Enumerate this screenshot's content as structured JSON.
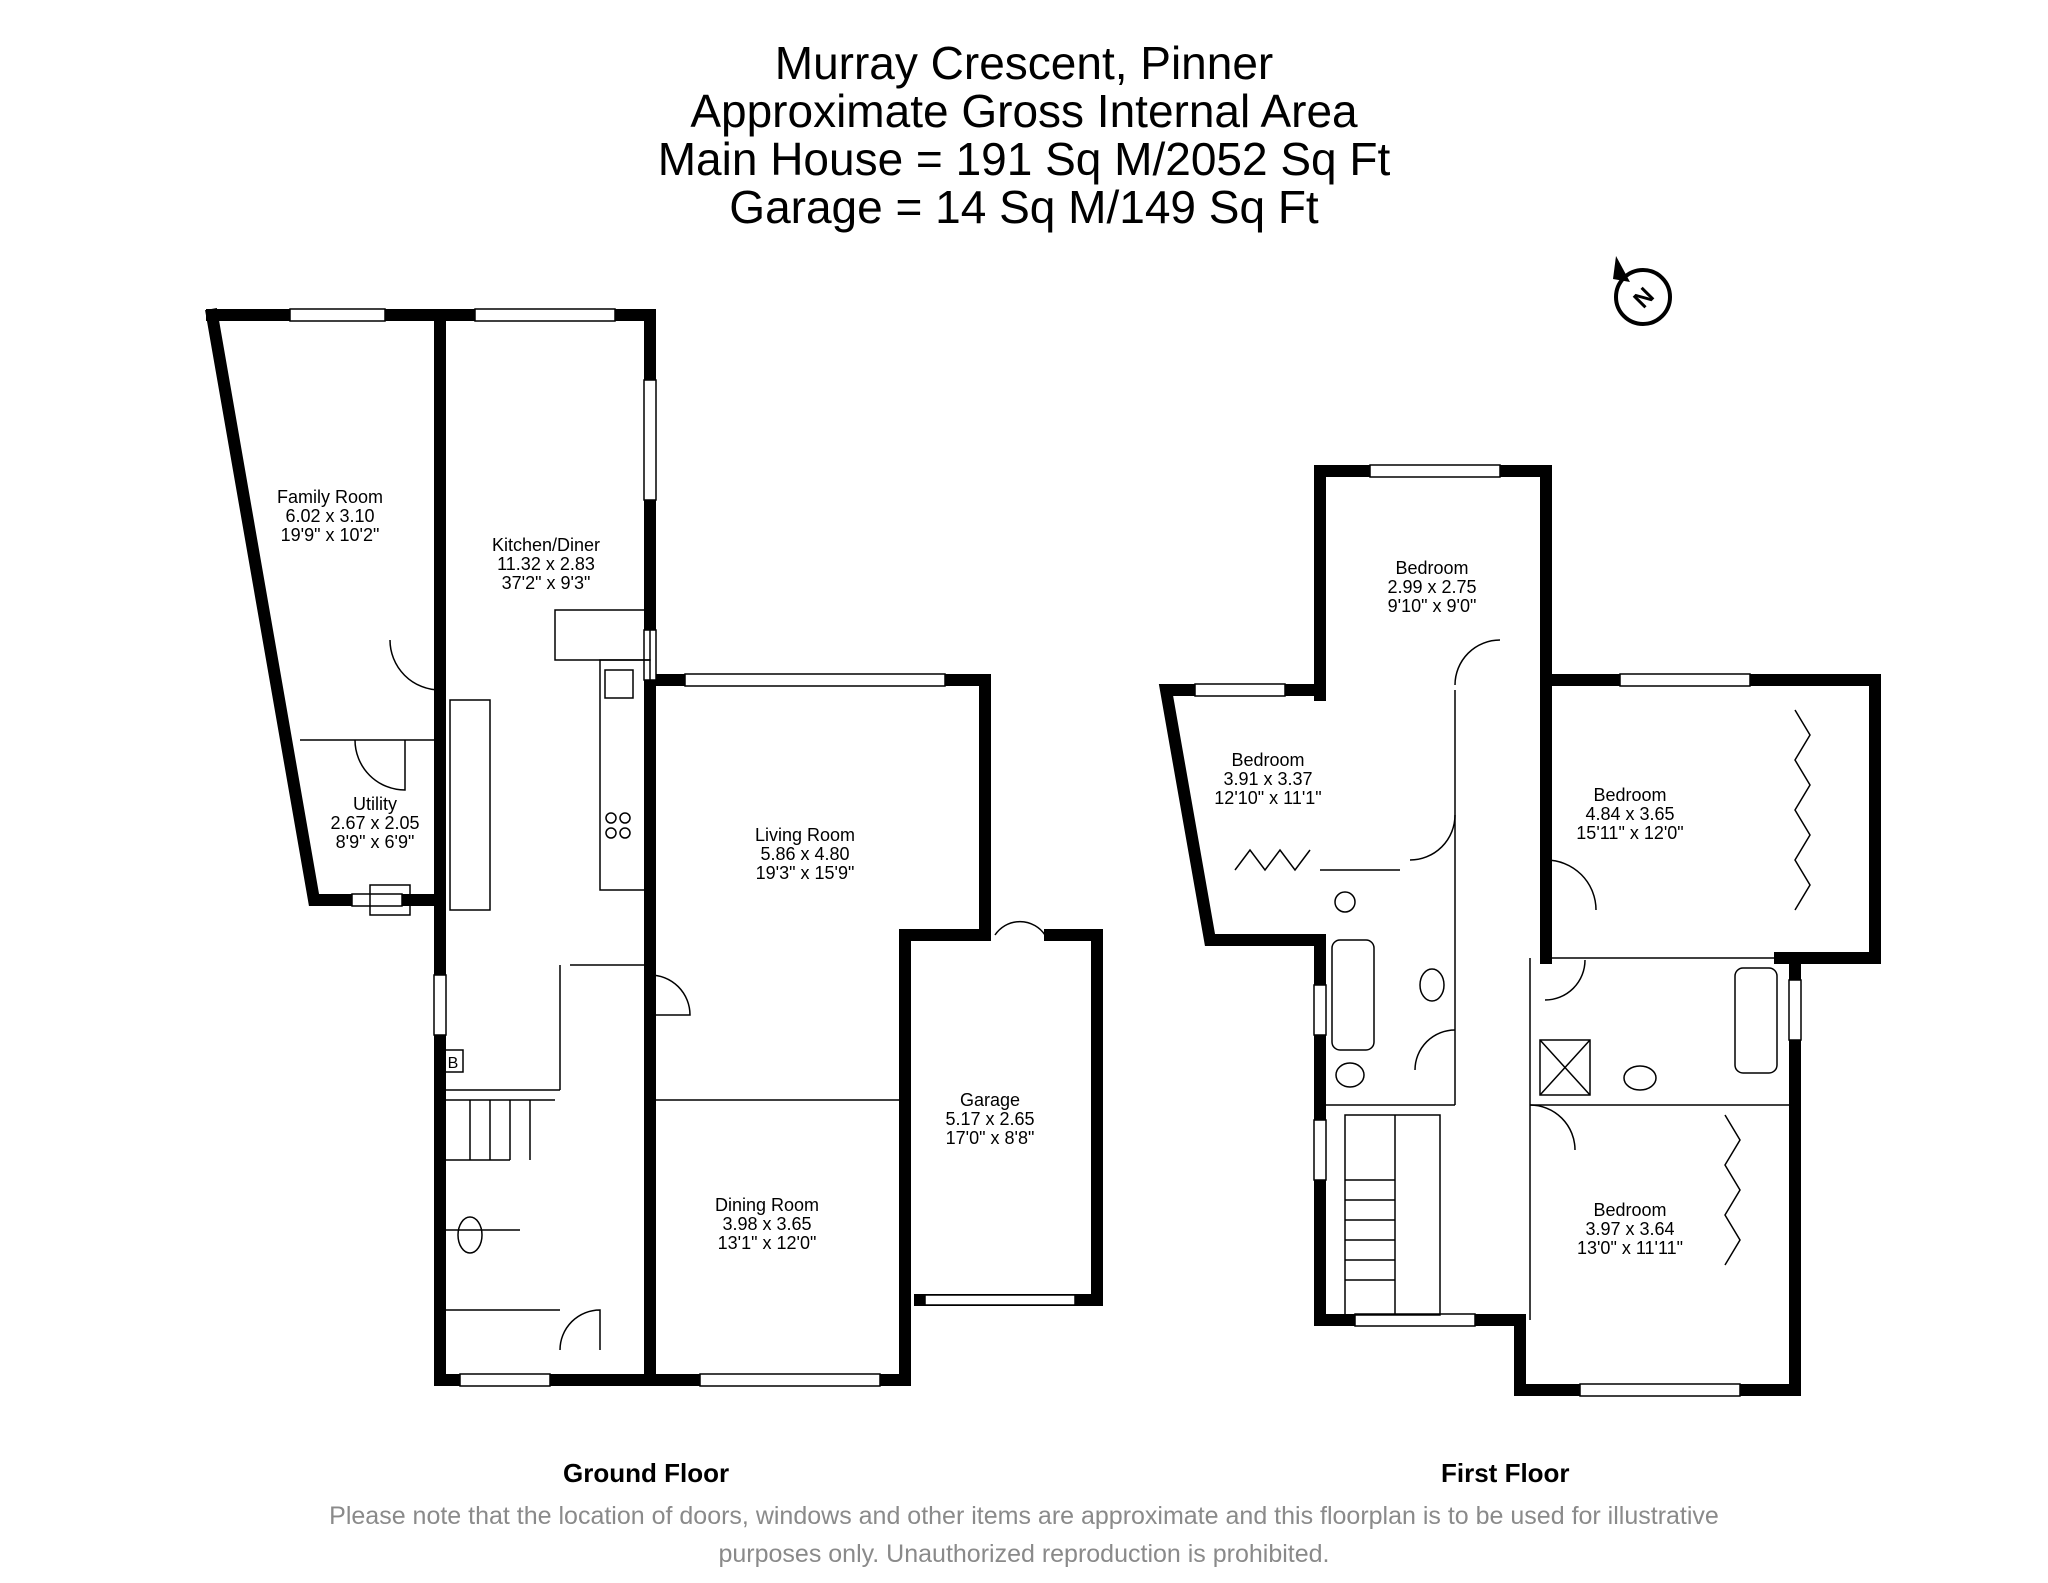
{
  "header": {
    "line1": "Murray Crescent, Pinner",
    "line2": "Approximate Gross Internal Area",
    "line3": "Main House = 191 Sq M/2052 Sq Ft",
    "line4": "Garage = 14 Sq M/149 Sq Ft"
  },
  "compass": {
    "label": "N"
  },
  "ground_floor": {
    "label": "Ground Floor",
    "boiler_label": "B",
    "rooms": [
      {
        "name": "Family Room",
        "metric": "6.02 x 3.10",
        "imperial": "19'9\" x 10'2\""
      },
      {
        "name": "Kitchen/Diner",
        "metric": "11.32 x 2.83",
        "imperial": "37'2\" x 9'3\""
      },
      {
        "name": "Utility",
        "metric": "2.67 x 2.05",
        "imperial": "8'9\" x 6'9\""
      },
      {
        "name": "Living Room",
        "metric": "5.86 x 4.80",
        "imperial": "19'3\" x 15'9\""
      },
      {
        "name": "Garage",
        "metric": "5.17 x 2.65",
        "imperial": "17'0\" x 8'8\""
      },
      {
        "name": "Dining Room",
        "metric": "3.98 x 3.65",
        "imperial": "13'1\" x 12'0\""
      }
    ]
  },
  "first_floor": {
    "label": "First Floor",
    "rooms": [
      {
        "name": "Bedroom",
        "metric": "2.99 x 2.75",
        "imperial": "9'10\" x 9'0\""
      },
      {
        "name": "Bedroom",
        "metric": "3.91 x 3.37",
        "imperial": "12'10\" x 11'1\""
      },
      {
        "name": "Bedroom",
        "metric": "4.84 x 3.65",
        "imperial": "15'11\" x 12'0\""
      },
      {
        "name": "Bedroom",
        "metric": "3.97 x 3.64",
        "imperial": "13'0\" x 11'11\""
      }
    ]
  },
  "disclaimer": {
    "line1": "Please note that the location of doors, windows and other items are approximate and this floorplan is to be used for illustrative",
    "line2": "purposes only. Unauthorized reproduction is prohibited."
  }
}
